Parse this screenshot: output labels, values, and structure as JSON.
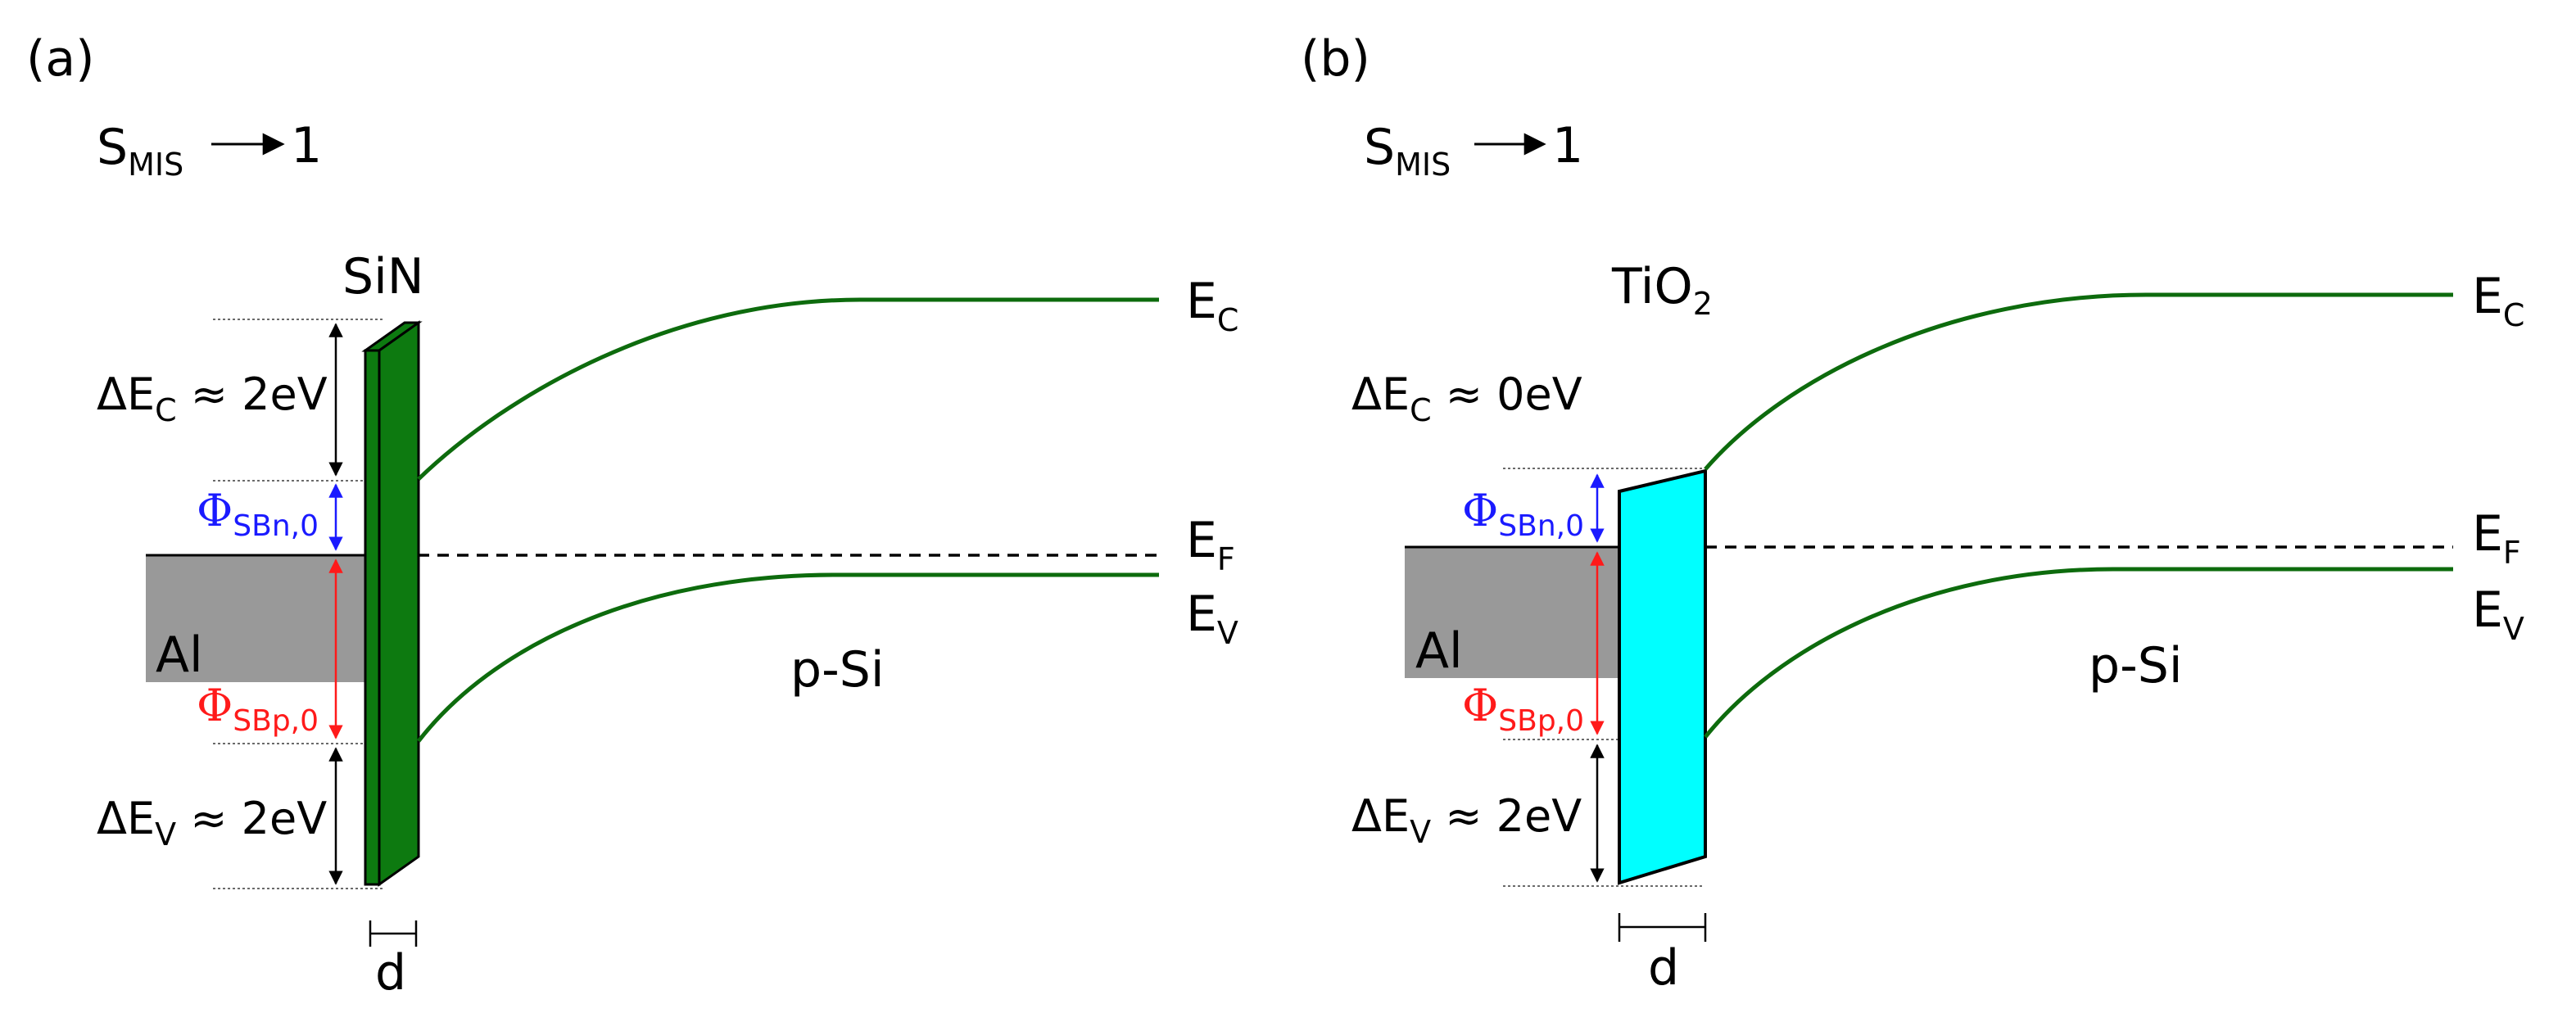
{
  "panels": [
    {
      "tag": "(a)",
      "s_main": "S",
      "s_sub": "MIS",
      "s_target": "1",
      "insulator_main": "SiN",
      "insulator_sub": "",
      "metal": "Al",
      "semi": "p-Si",
      "dec_main": "ΔE",
      "dec_sub": "C",
      "dec_val": " ≈ 2eV",
      "dev_main": "ΔE",
      "dev_sub": "V",
      "dev_val": " ≈ 2eV",
      "phin_main": "Φ",
      "phin_sub": "SBn,0",
      "phip_main": "Φ",
      "phip_sub": "SBp,0",
      "ec_main": "E",
      "ec_sub": "C",
      "ef_main": "E",
      "ef_sub": "F",
      "ev_main": "E",
      "ev_sub": "V",
      "d": "d",
      "insulator_color": "#0d7a10",
      "metal_color": "#999999"
    },
    {
      "tag": "(b)",
      "s_main": "S",
      "s_sub": "MIS",
      "s_target": "1",
      "insulator_main": "TiO",
      "insulator_sub": "2",
      "metal": "Al",
      "semi": "p-Si",
      "dec_main": "ΔE",
      "dec_sub": "C",
      "dec_val": " ≈ 0eV",
      "dev_main": "ΔE",
      "dev_sub": "V",
      "dev_val": " ≈ 2eV",
      "phin_main": "Φ",
      "phin_sub": "SBn,0",
      "phip_main": "Φ",
      "phip_sub": "SBp,0",
      "ec_main": "E",
      "ec_sub": "C",
      "ef_main": "E",
      "ef_sub": "F",
      "ev_main": "E",
      "ev_sub": "V",
      "d": "d",
      "insulator_color": "#00ffff",
      "metal_color": "#999999"
    }
  ],
  "colors": {
    "band_line": "#0d6b0d",
    "electron_barrier": "#1a1aff",
    "hole_barrier": "#ff1a1a"
  }
}
